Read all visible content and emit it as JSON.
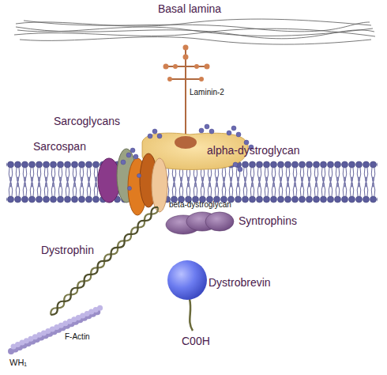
{
  "diagram": {
    "labels": [
      "Basal lamina",
      "Laminin-2",
      "Sarcoglycans",
      "alpha-dystroglycan",
      "Sarcospan",
      "beta-dystroglycan",
      "Syntrophins",
      "Dystrophin",
      "Dystrobrevin",
      "C00H",
      "F-Actin",
      "WH₁"
    ]
  }
}
